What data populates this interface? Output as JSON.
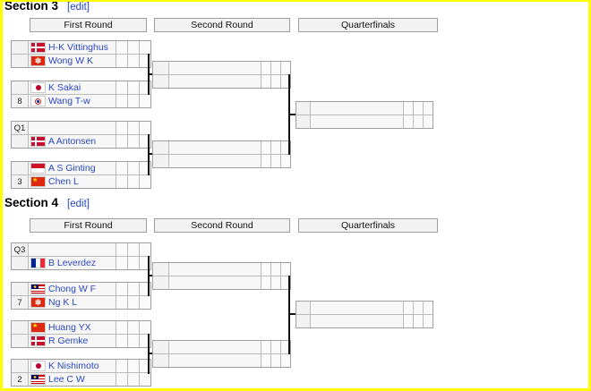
{
  "page": {
    "highlight_border_color": "#ffff00",
    "link_color": "#2847c0"
  },
  "sections": [
    {
      "title": "Section 3",
      "edit_label": "[edit]",
      "round_headers": [
        "First Round",
        "Second Round",
        "Quarterfinals"
      ],
      "matches": [
        {
          "players": [
            {
              "seed": "",
              "flag": "DEN",
              "name": "H-K Vittinghus"
            },
            {
              "seed": "",
              "flag": "HKG",
              "name": "Wong W K"
            }
          ]
        },
        {
          "players": [
            {
              "seed": "",
              "flag": "JPN",
              "name": "K Sakai"
            },
            {
              "seed": "8",
              "flag": "TPE",
              "name": "Wang T-w"
            }
          ]
        },
        {
          "players": [
            {
              "seed": "Q1",
              "flag": "",
              "name": ""
            },
            {
              "seed": "",
              "flag": "DEN",
              "name": "A Antonsen"
            }
          ]
        },
        {
          "players": [
            {
              "seed": "",
              "flag": "INA",
              "name": "A S Ginting"
            },
            {
              "seed": "3",
              "flag": "CHN",
              "name": "Chen L"
            }
          ]
        }
      ]
    },
    {
      "title": "Section 4",
      "edit_label": "[edit]",
      "round_headers": [
        "First Round",
        "Second Round",
        "Quarterfinals"
      ],
      "matches": [
        {
          "players": [
            {
              "seed": "Q3",
              "flag": "",
              "name": ""
            },
            {
              "seed": "",
              "flag": "FRA",
              "name": "B Leverdez"
            }
          ]
        },
        {
          "players": [
            {
              "seed": "",
              "flag": "MAS",
              "name": "Chong W F"
            },
            {
              "seed": "7",
              "flag": "HKG",
              "name": "Ng K L"
            }
          ]
        },
        {
          "players": [
            {
              "seed": "",
              "flag": "CHN",
              "name": "Huang YX"
            },
            {
              "seed": "",
              "flag": "DEN",
              "name": "R Gemke"
            }
          ]
        },
        {
          "players": [
            {
              "seed": "",
              "flag": "JPN",
              "name": "K Nishimoto"
            },
            {
              "seed": "2",
              "flag": "MAS",
              "name": "Lee C W"
            }
          ]
        }
      ]
    }
  ]
}
